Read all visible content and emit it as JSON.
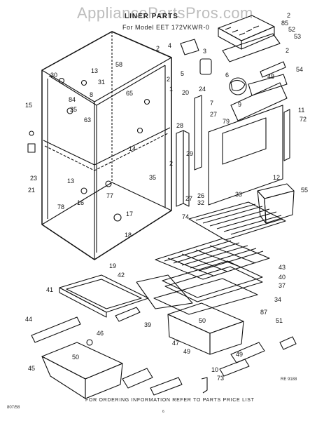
{
  "watermark": "AppliancePartsPros.com",
  "header": {
    "title": "LINER PARTS",
    "subtitle": "For Model EET 172VKWR-0"
  },
  "footer": {
    "ordering_note": "FOR ORDERING INFORMATION REFER TO PARTS PRICE LIST",
    "left_code": "807/58",
    "right_code": "RE 9188",
    "page_number": "6"
  },
  "callouts": [
    "85",
    "2",
    "52",
    "53",
    "2",
    "4",
    "3",
    "2",
    "5",
    "48",
    "6",
    "54",
    "30",
    "58",
    "13",
    "31",
    "8",
    "2",
    "1",
    "20",
    "24",
    "7",
    "15",
    "84",
    "25",
    "63",
    "65",
    "9",
    "12",
    "11",
    "72",
    "27",
    "79",
    "28",
    "14",
    "29",
    "23",
    "35",
    "2",
    "26",
    "21",
    "13",
    "78",
    "77",
    "27",
    "32",
    "33",
    "55",
    "16",
    "17",
    "74",
    "18",
    "19",
    "42",
    "43",
    "40",
    "37",
    "34",
    "41",
    "39",
    "87",
    "44",
    "46",
    "50",
    "51",
    "47",
    "49",
    "45",
    "50",
    "10",
    "73",
    "49"
  ]
}
